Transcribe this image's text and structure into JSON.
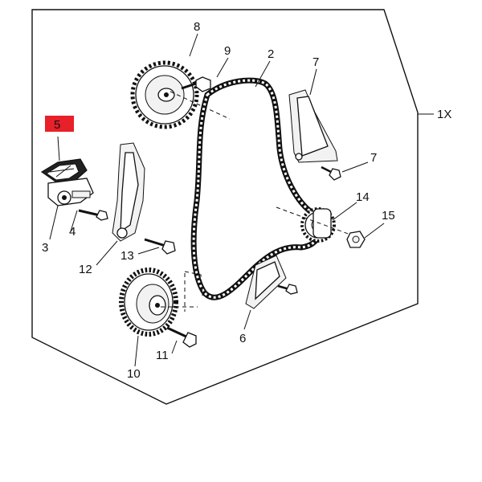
{
  "diagram": {
    "qty_label": "1X",
    "highlight_color": "#e8202a",
    "callouts": {
      "c2": "2",
      "c3": "3",
      "c4": "4",
      "c5": "5",
      "c6": "6",
      "c7a": "7",
      "c7b": "7",
      "c8": "8",
      "c9": "9",
      "c10": "10",
      "c11": "11",
      "c12": "12",
      "c13": "13",
      "c14": "14",
      "c15": "15"
    }
  }
}
